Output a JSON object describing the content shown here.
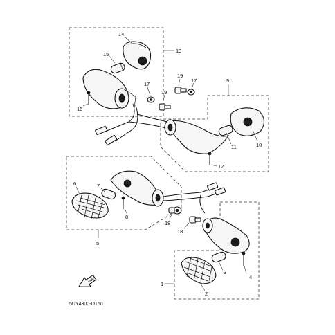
{
  "diagram": {
    "code": "5UY4300-O150",
    "forward_arrow_text": "FWD",
    "callouts": {
      "c1": "1",
      "c2": "2",
      "c3": "3",
      "c4": "4",
      "c5": "5",
      "c6": "6",
      "c7": "7",
      "c8": "8",
      "c9": "9",
      "c10": "10",
      "c11": "11",
      "c12": "12",
      "c13": "13",
      "c14": "14",
      "c15": "15",
      "c16": "16",
      "c17a": "17",
      "c17b": "17",
      "c18a": "18",
      "c18b": "18",
      "c19a": "19",
      "c19b": "19"
    }
  }
}
